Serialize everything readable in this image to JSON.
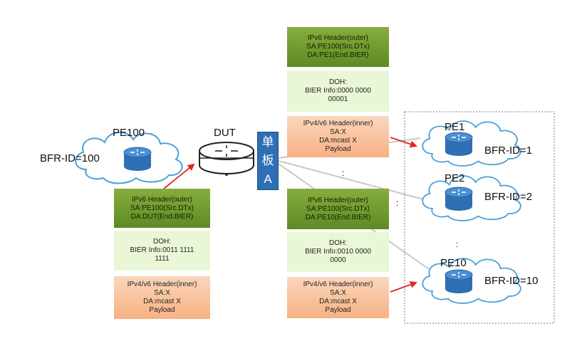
{
  "devices": {
    "pe100": {
      "name": "PE100",
      "bfr_id": "BFR-ID=100"
    },
    "dut": {
      "name": "DUT"
    },
    "pe1": {
      "name": "PE1",
      "bfr_id": "BFR-ID=1"
    },
    "pe2": {
      "name": "PE2",
      "bfr_id": "BFR-ID=2"
    },
    "pe10": {
      "name": "PE10",
      "bfr_id": "BFR-ID=10"
    }
  },
  "board": {
    "char1": "单",
    "char2": "板",
    "char3": "A"
  },
  "ellipsis": ":",
  "packets": {
    "ingress": {
      "outer": [
        "IPv6 Header(outer)",
        "SA:PE100(Src.DTx)",
        "DA:DUT(End.BIER)"
      ],
      "doh": [
        "DOH:",
        "BIER Info:0011 1111",
        "1111"
      ],
      "inner": [
        "IPv4/v6 Header(inner)",
        "SA:X",
        "DA:mcast X",
        "Payload"
      ]
    },
    "pe1": {
      "outer": [
        "IPv6 Header(outer)",
        "SA:PE100(Src.DTx)",
        "DA:PE1(End.BIER)"
      ],
      "doh": [
        "DOH:",
        "BIER Info:0000 0000",
        "00001"
      ],
      "inner": [
        "IPv4/v6 Header(inner)",
        "SA:X",
        "DA:mcast X",
        "Payload"
      ]
    },
    "pe10": {
      "outer": [
        "IPv6 Header(outer)",
        "SA:PE100(Src.DTx)",
        "DA:PE10(End.BIER)"
      ],
      "doh": [
        "DOH:",
        "BIER Info:0010 0000",
        "0000"
      ],
      "inner": [
        "IPv4/v6 Header(inner)",
        "SA:X",
        "DA:mcast X",
        "Payload"
      ]
    }
  },
  "colors": {
    "router_blue": "#2f6fb3",
    "arrow_red": "#e8231d",
    "cloud_border": "#4aa0d8"
  }
}
